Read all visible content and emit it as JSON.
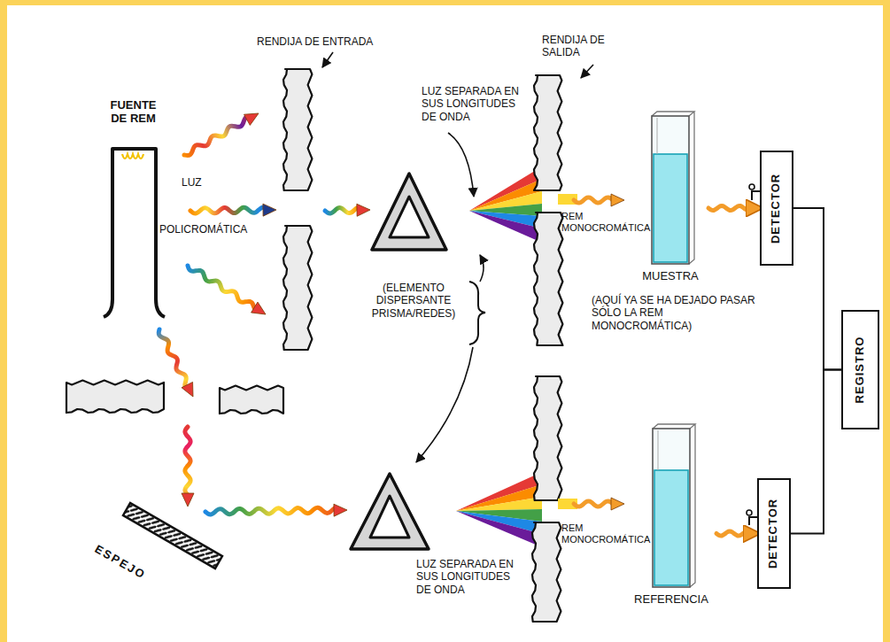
{
  "diagram": {
    "nodes": [
      {
        "text": [
          "FUENTE DE REM"
        ]
      },
      {
        "text": [
          "MUESTRA"
        ]
      },
      {
        "text": [
          "DETECTOR"
        ]
      },
      {
        "text": [
          "REFERENCIA"
        ]
      },
      {
        "text": [
          "DETECTOR"
        ]
      },
      {
        "text": [
          "REGISTRO"
        ]
      }
    ],
    "edges": [
      {
        "from": 1,
        "to": 2,
        "arrow": "to"
      },
      {
        "from": 3,
        "to": 4,
        "arrow": "to"
      },
      {
        "from": 2,
        "to": 5,
        "arrow": "none"
      },
      {
        "from": 4,
        "to": 5,
        "arrow": "none"
      }
    ],
    "labels": [
      "RENDIJA DE ENTRADA",
      "LUZ",
      "POLICROMÁTICA",
      "LUZ SEPARADA EN SUS LONGITUDES DE ONDA",
      "RENDIJA DE SALIDA",
      "REM MONOCROMÁTICA",
      "(AQUÍ YA SE HA DEJADO PASAR SÓLO LA REM MONOCROMÁTICA)",
      "(ELEMENTO DISPERSANTE PRISMA/REDES)",
      "ESPEJO",
      "LUZ SEPARADA EN SUS LONGITUDES DE ONDA",
      "REM MONOCROMÁTICA"
    ]
  }
}
